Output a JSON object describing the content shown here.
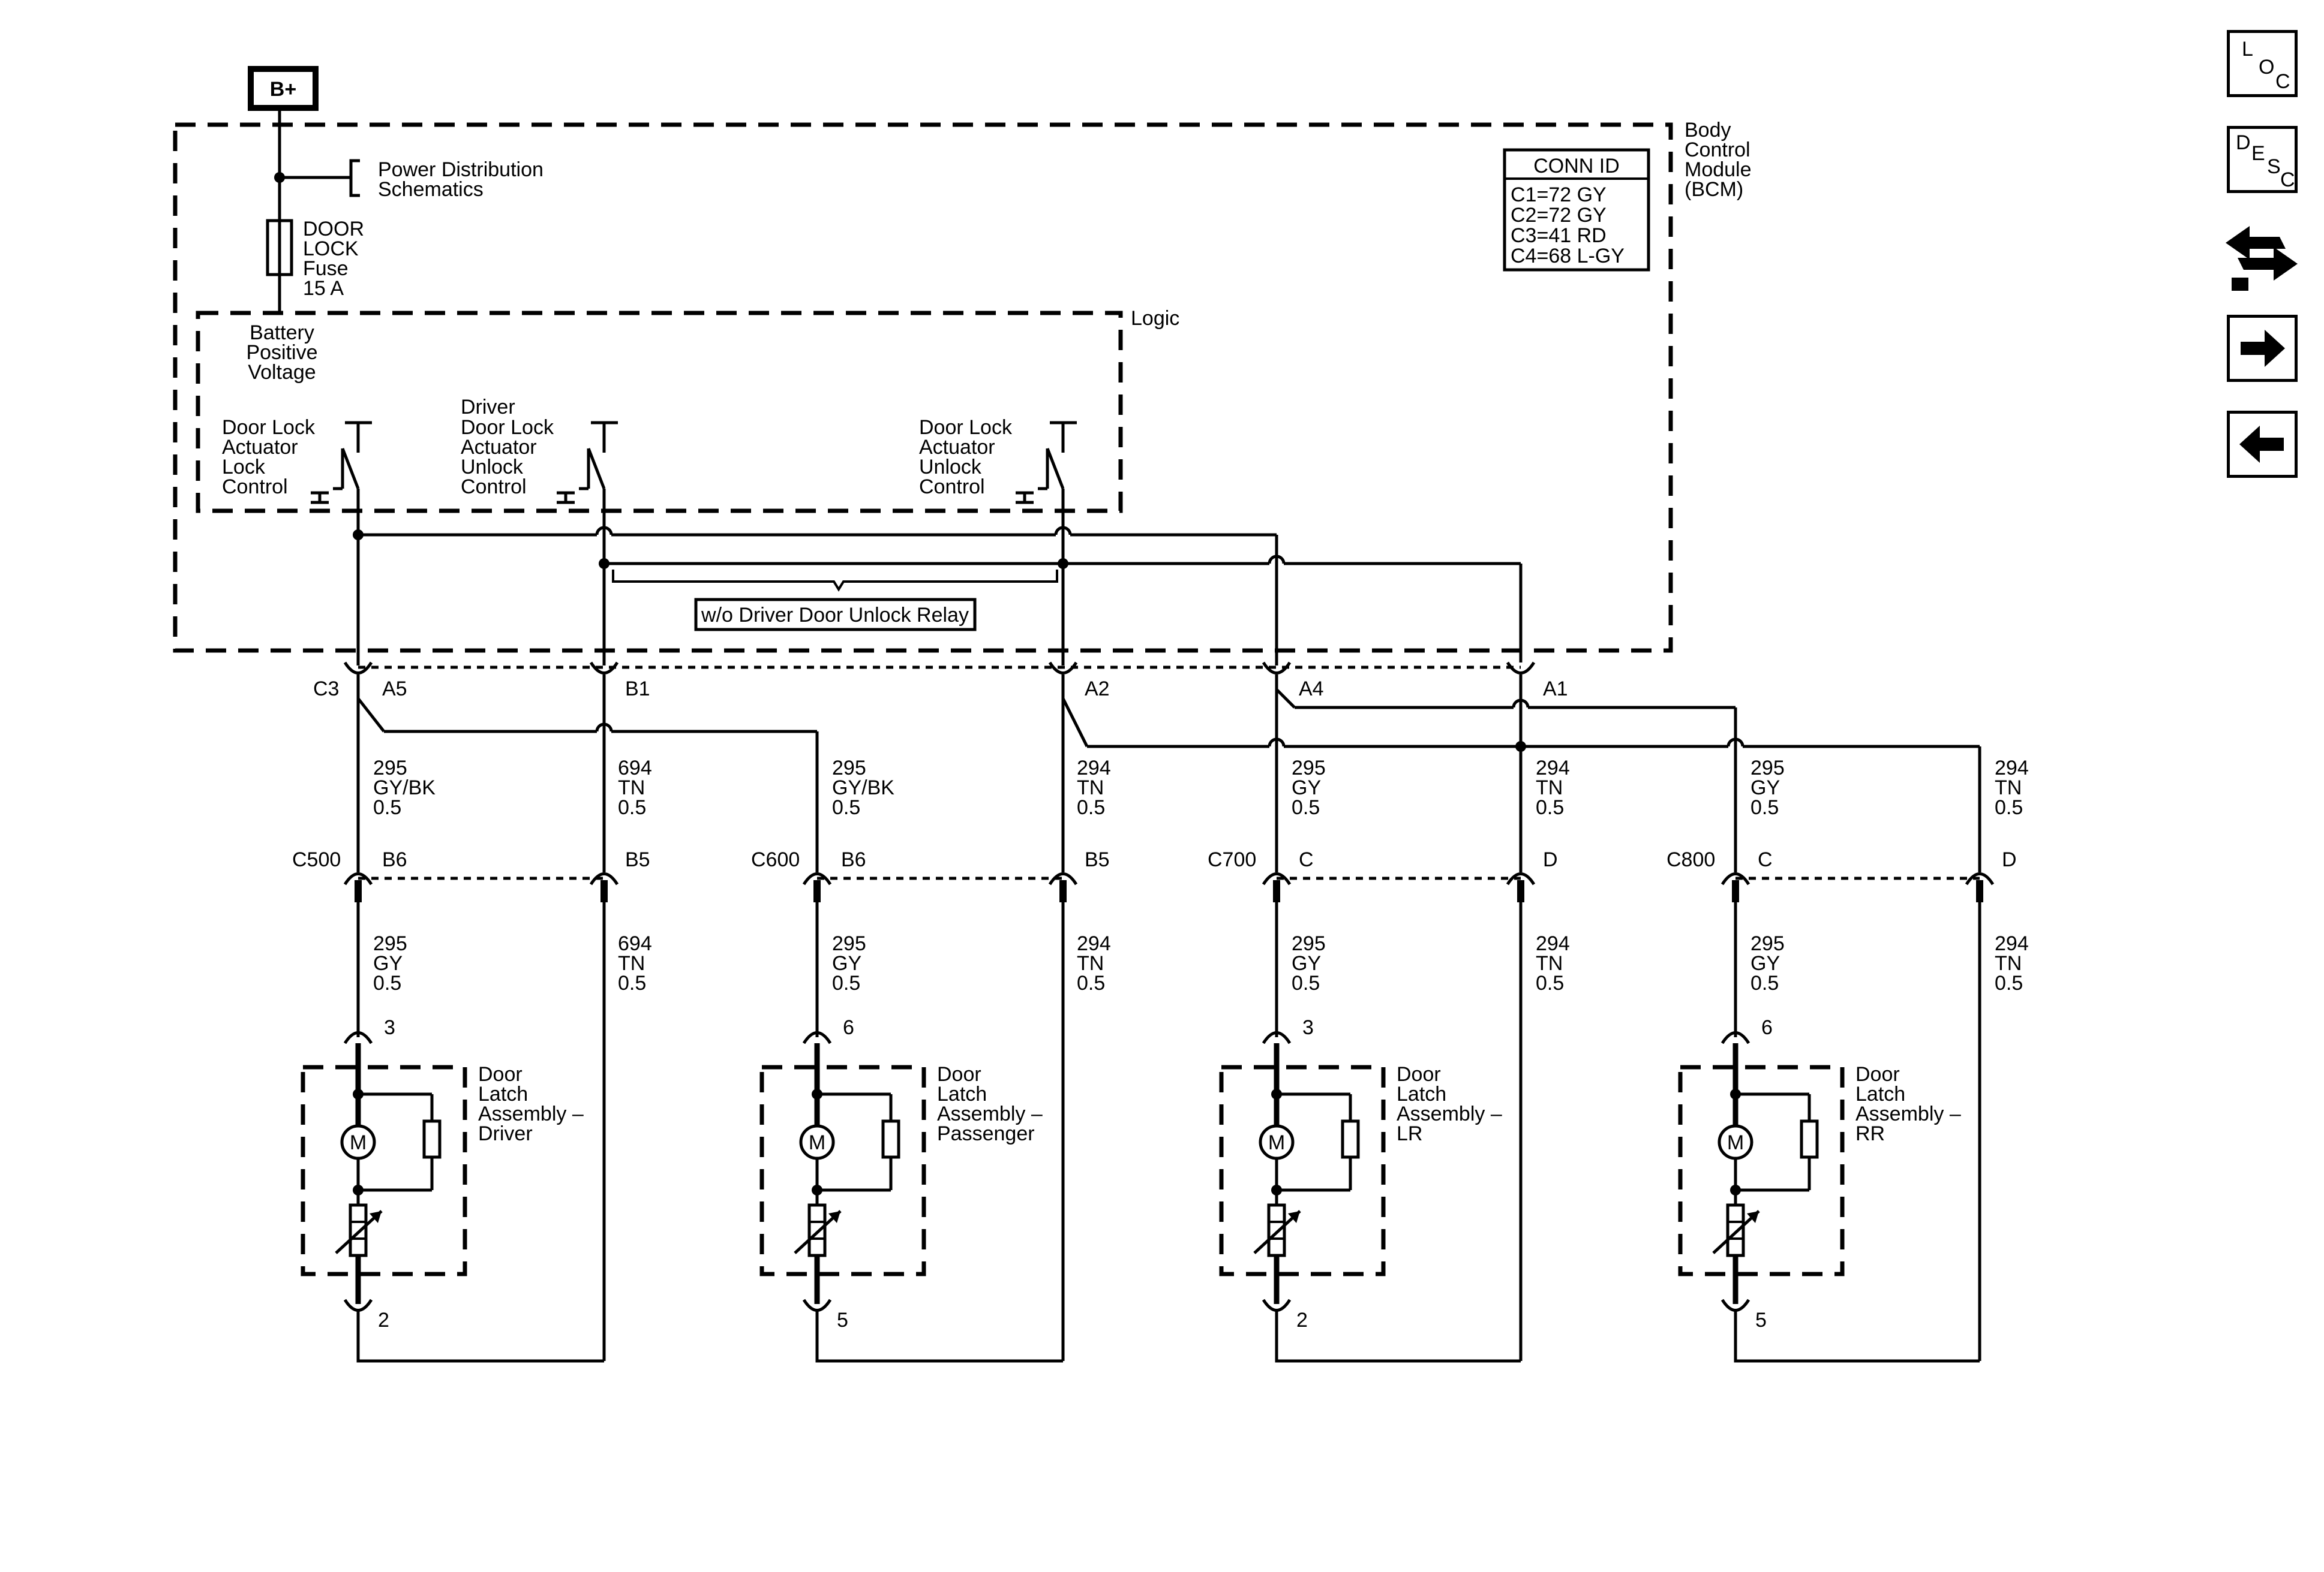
{
  "diagram": {
    "supply_label": "B+",
    "bcm": {
      "label_lines": [
        "Body",
        "Control",
        "Module",
        "(BCM)"
      ],
      "conn_id_title": "CONN ID",
      "conn_ids": [
        "C1=72 GY",
        "C2=72 GY",
        "C3=41 RD",
        "C4=68 L-GY"
      ],
      "power_dist_lines": [
        "Power Distribution",
        "Schematics"
      ],
      "fuse_lines": [
        "DOOR",
        "LOCK",
        "Fuse",
        "15 A"
      ],
      "logic_label": "Logic",
      "battery_lines": [
        "Battery",
        "Positive",
        "Voltage"
      ],
      "lock_control_lines": [
        "Door Lock",
        "Actuator",
        "Lock",
        "Control"
      ],
      "driver_unlock_lines": [
        "Driver",
        "Door Lock",
        "Actuator",
        "Unlock",
        "Control"
      ],
      "unlock_control_lines": [
        "Door Lock",
        "Actuator",
        "Unlock",
        "Control"
      ],
      "relay_note": "w/o Driver Door Unlock Relay"
    },
    "bcm_connector": "C3",
    "bcm_pins": [
      "A5",
      "B1",
      "A2",
      "A4",
      "A1"
    ],
    "upper_wires": [
      [
        "295",
        "GY/BK",
        "0.5"
      ],
      [
        "694",
        "TN",
        "0.5"
      ],
      [
        "295",
        "GY/BK",
        "0.5"
      ],
      [
        "294",
        "TN",
        "0.5"
      ],
      [
        "295",
        "GY",
        "0.5"
      ],
      [
        "294",
        "TN",
        "0.5"
      ],
      [
        "295",
        "GY",
        "0.5"
      ],
      [
        "294",
        "TN",
        "0.5"
      ]
    ],
    "door_connectors": [
      {
        "name": "C500",
        "pin_a": "B6",
        "pin_b": "B5"
      },
      {
        "name": "C600",
        "pin_a": "B6",
        "pin_b": "B5"
      },
      {
        "name": "C700",
        "pin_a": "C",
        "pin_b": "D"
      },
      {
        "name": "C800",
        "pin_a": "C",
        "pin_b": "D"
      }
    ],
    "lower_wires": [
      [
        "295",
        "GY",
        "0.5"
      ],
      [
        "694",
        "TN",
        "0.5"
      ],
      [
        "295",
        "GY",
        "0.5"
      ],
      [
        "294",
        "TN",
        "0.5"
      ],
      [
        "295",
        "GY",
        "0.5"
      ],
      [
        "294",
        "TN",
        "0.5"
      ],
      [
        "295",
        "GY",
        "0.5"
      ],
      [
        "294",
        "TN",
        "0.5"
      ]
    ],
    "latches": [
      {
        "lines": [
          "Door",
          "Latch",
          "Assembly –",
          "Driver"
        ],
        "pin_top": "3",
        "pin_bottom": "2"
      },
      {
        "lines": [
          "Door",
          "Latch",
          "Assembly –",
          "Passenger"
        ],
        "pin_top": "6",
        "pin_bottom": "5"
      },
      {
        "lines": [
          "Door",
          "Latch",
          "Assembly –",
          "LR"
        ],
        "pin_top": "3",
        "pin_bottom": "2"
      },
      {
        "lines": [
          "Door",
          "Latch",
          "Assembly –",
          "RR"
        ],
        "pin_top": "6",
        "pin_bottom": "5"
      }
    ],
    "motor_label": "M"
  },
  "nav": {
    "loc_letters": [
      "L",
      "O",
      "C"
    ],
    "desc_letters": [
      "D",
      "E",
      "S",
      "C"
    ],
    "icons": [
      "location-icon",
      "description-icon",
      "connector-end-view-icon",
      "next-arrow-icon",
      "previous-arrow-icon"
    ]
  }
}
